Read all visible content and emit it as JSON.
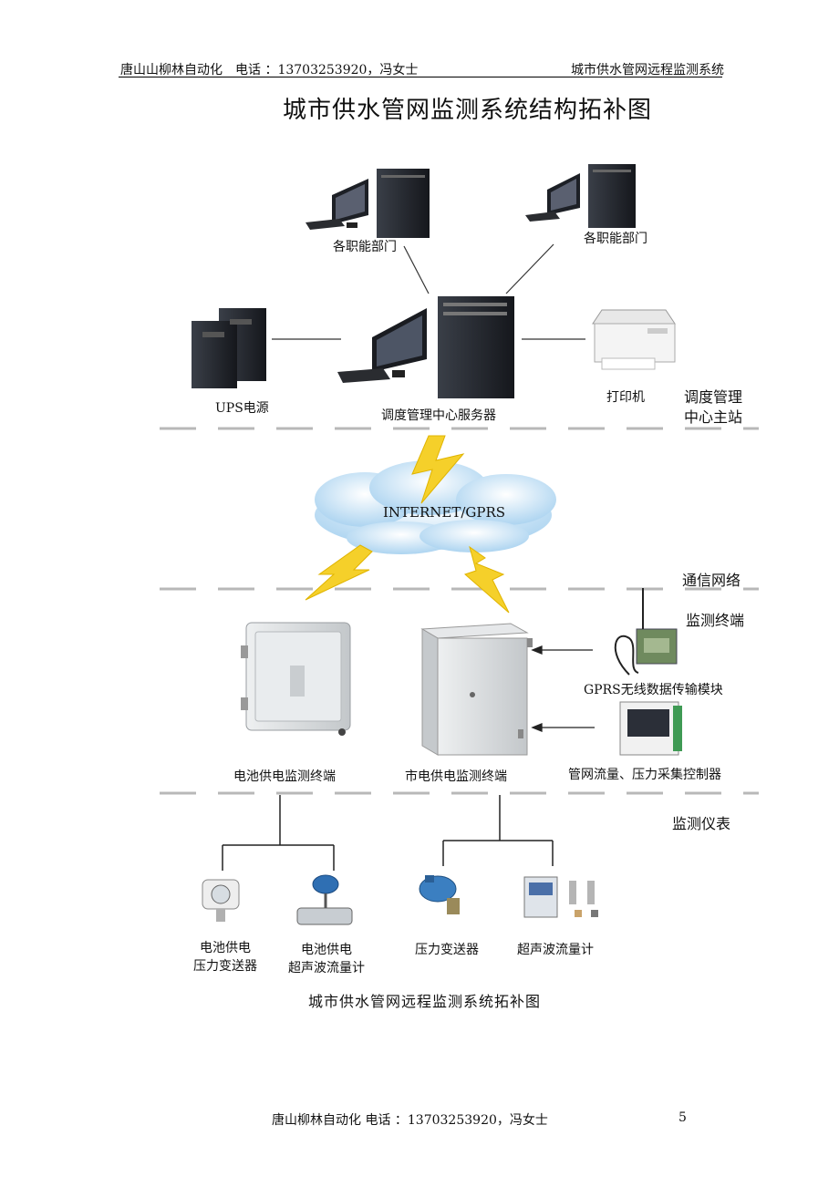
{
  "header": {
    "left": "唐山山柳林自动化　电话 ：13703253920，冯女士",
    "right": "城市供水管网远程监测系统"
  },
  "title": "城市供水管网监测系统结构拓补图",
  "nodes": {
    "dept_left": "各职能部门",
    "dept_right": "各职能部门",
    "ups": "UPS电源",
    "server": "调度管理中心服务器",
    "printer": "打印机",
    "cloud": "INTERNET/GPRS",
    "battery_terminal": "电池供电监测终端",
    "mains_terminal": "市电供电监测终端",
    "gprs_module": "GPRS无线数据传输模块",
    "controller": "管网流量、压力采集控制器",
    "battery_pressure": [
      "电池供电",
      "压力变送器"
    ],
    "battery_flow": [
      "电池供电",
      "超声波流量计"
    ],
    "pressure": "压力变送器",
    "flow": "超声波流量计"
  },
  "zones": {
    "dispatch": [
      "调度管理",
      "中心主站"
    ],
    "network": "通信网络",
    "terminal": "监测终端",
    "instrument": "监测仪表"
  },
  "caption": "城市供水管网远程监测系统拓补图",
  "footer": {
    "text": "唐山柳林自动化  电话 ：13703253920，冯女士",
    "page": "5"
  },
  "colors": {
    "lightning": "#f5d02a",
    "cloud": "#a9d4f0",
    "dash": "#b8b8b8",
    "device_dark": "#2b2f38",
    "cabinet": "#d9dcdf"
  }
}
